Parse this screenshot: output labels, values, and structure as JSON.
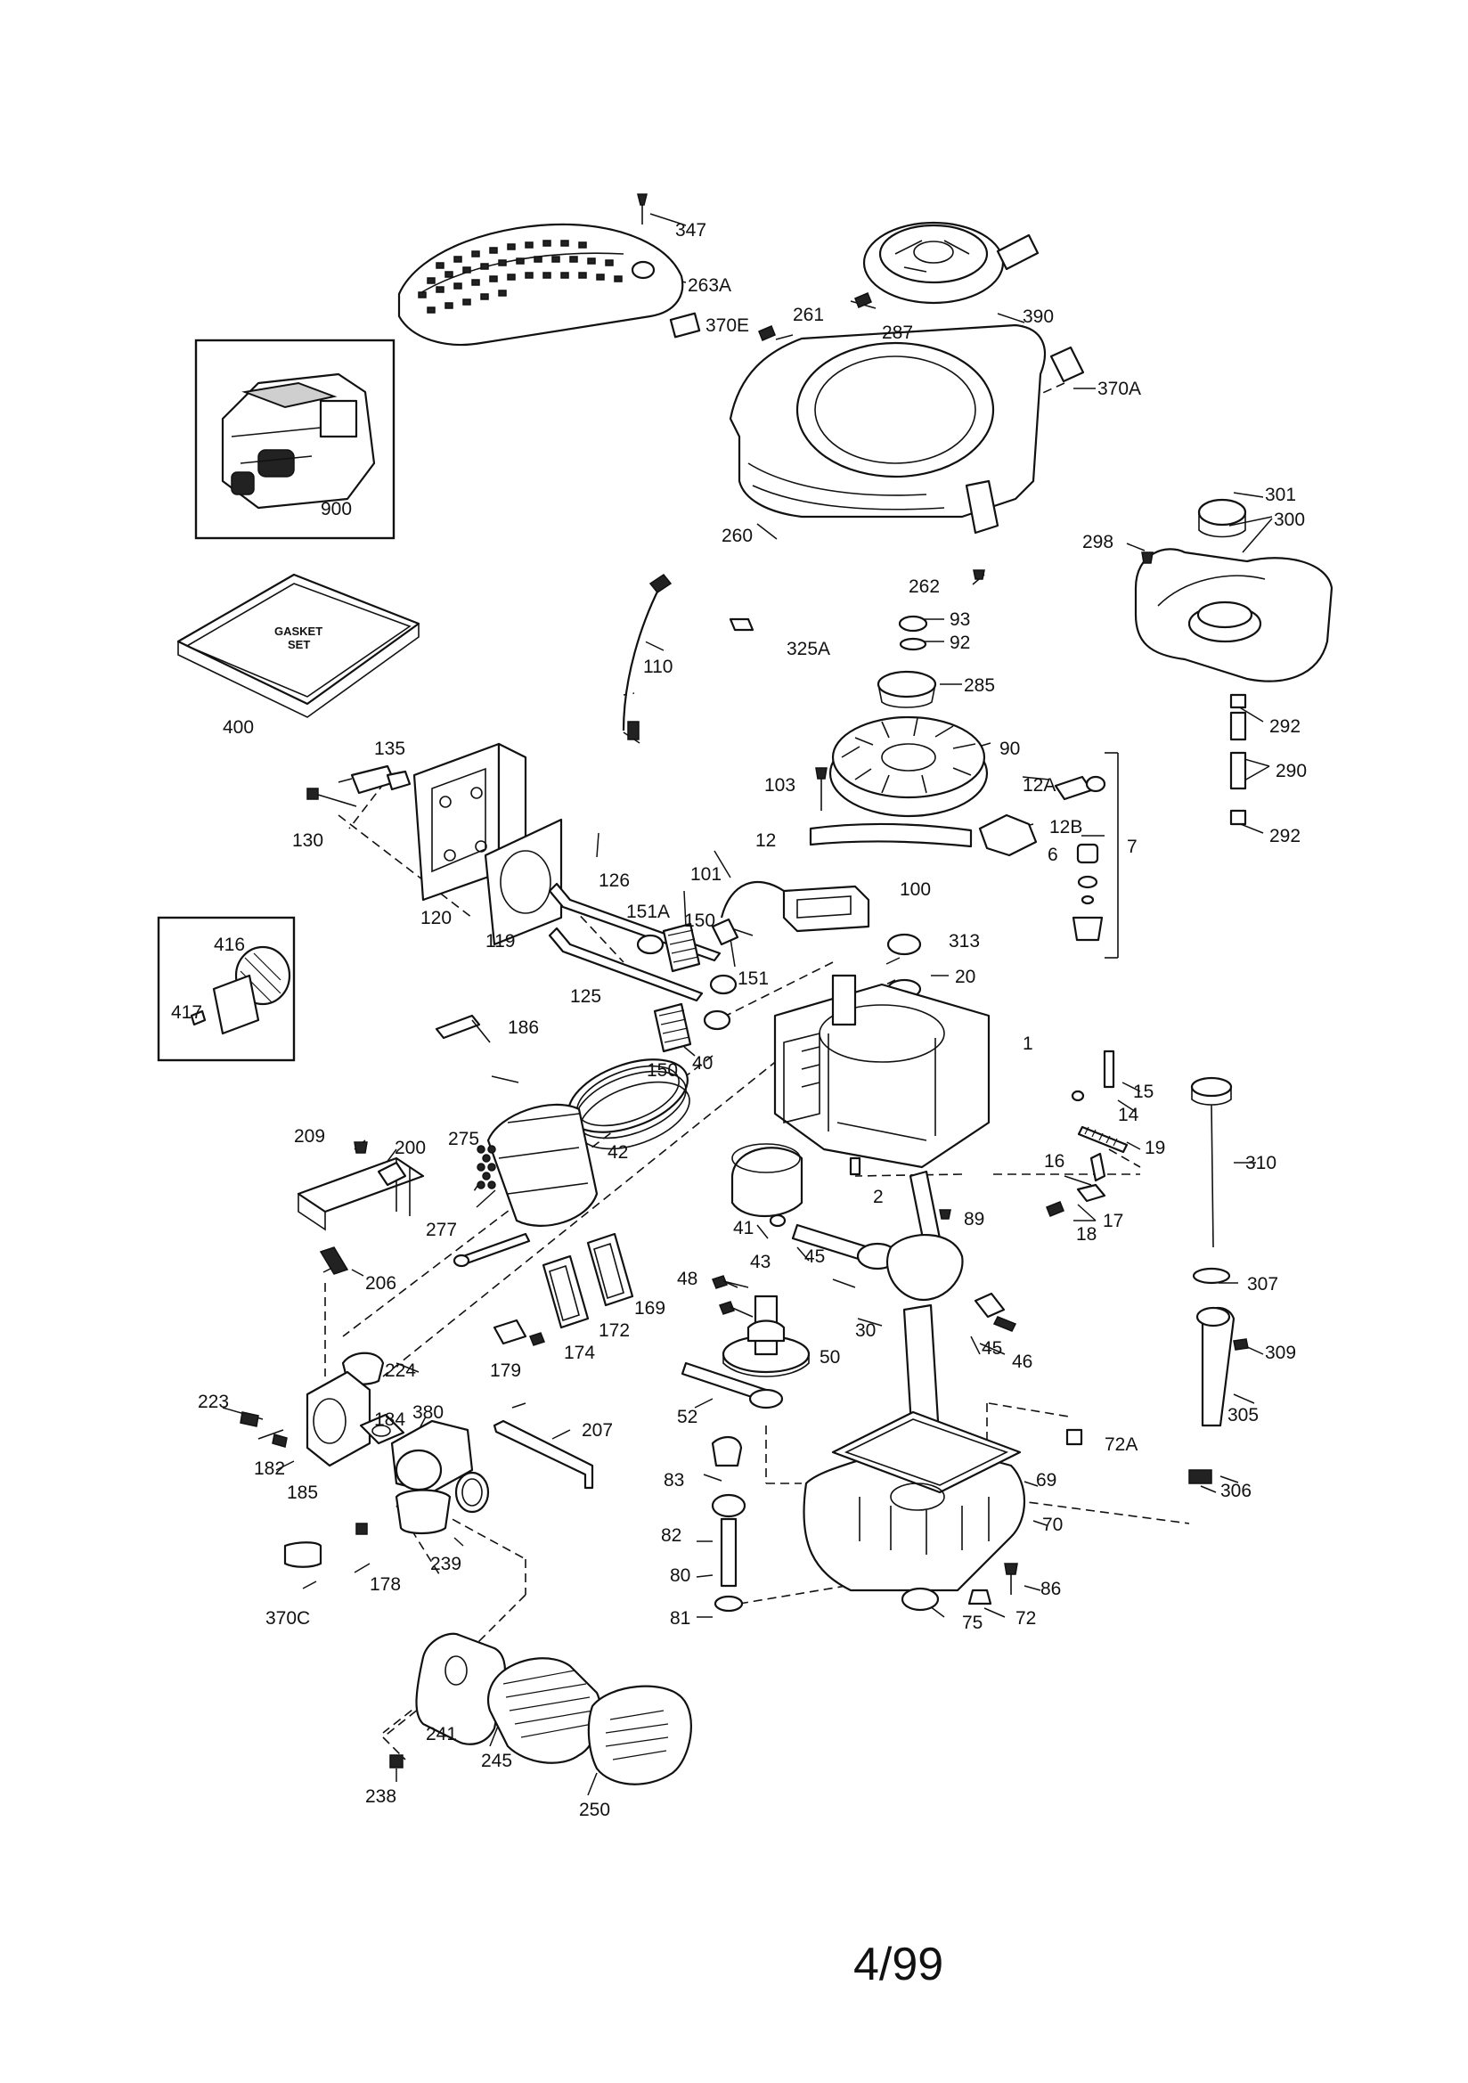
{
  "page": {
    "page_number": "4/99"
  },
  "kit_box": {
    "text_line1": "GASKET",
    "text_line2": "SET"
  },
  "callouts": {
    "c347": "347",
    "c263A": "263A",
    "c370E": "370E",
    "c390": "390",
    "c287": "287",
    "c261": "261",
    "c370A": "370A",
    "c260": "260",
    "c262": "262",
    "c900": "900",
    "c301": "301",
    "c300": "300",
    "c298": "298",
    "c400": "400",
    "c110": "110",
    "c325A": "325A",
    "c93": "93",
    "c92": "92",
    "c285": "285",
    "c292a": "292",
    "c290": "290",
    "c292b": "292",
    "c135": "135",
    "c90": "90",
    "c103": "103",
    "c12A": "12A",
    "c130": "130",
    "c12": "12",
    "c12B": "12B",
    "c6": "6",
    "c7": "7",
    "c120": "120",
    "c119": "119",
    "c126": "126",
    "c101": "101",
    "c100": "100",
    "c151A": "151A",
    "c150a": "150",
    "c313": "313",
    "c416": "416",
    "c417": "417",
    "c125": "125",
    "c151": "151",
    "c20": "20",
    "c186": "186",
    "c150b": "150",
    "c40": "40",
    "c1": "1",
    "c15": "15",
    "c14": "14",
    "c19": "19",
    "c209": "209",
    "c200": "200",
    "c275": "275",
    "c42": "42",
    "c310": "310",
    "c16": "16",
    "c2": "2",
    "c89": "89",
    "c17": "17",
    "c18": "18",
    "c277": "277",
    "c41": "41",
    "c43": "43",
    "c45a": "45",
    "c206": "206",
    "c169": "169",
    "c48": "48",
    "c307": "307",
    "c172": "172",
    "c30": "30",
    "c45b": "45",
    "c46": "46",
    "c224": "224",
    "c179": "179",
    "c174": "174",
    "c50": "50",
    "c309": "309",
    "c223": "223",
    "c184": "184",
    "c380": "380",
    "c52": "52",
    "c305": "305",
    "c207": "207",
    "c72A": "72A",
    "c182": "182",
    "c185": "185",
    "c83": "83",
    "c69": "69",
    "c306": "306",
    "c70": "70",
    "c239": "239",
    "c82": "82",
    "c178": "178",
    "c80": "80",
    "c86": "86",
    "c370C": "370C",
    "c81": "81",
    "c75": "75",
    "c72": "72",
    "c241": "241",
    "c245": "245",
    "c238": "238",
    "c250": "250"
  }
}
